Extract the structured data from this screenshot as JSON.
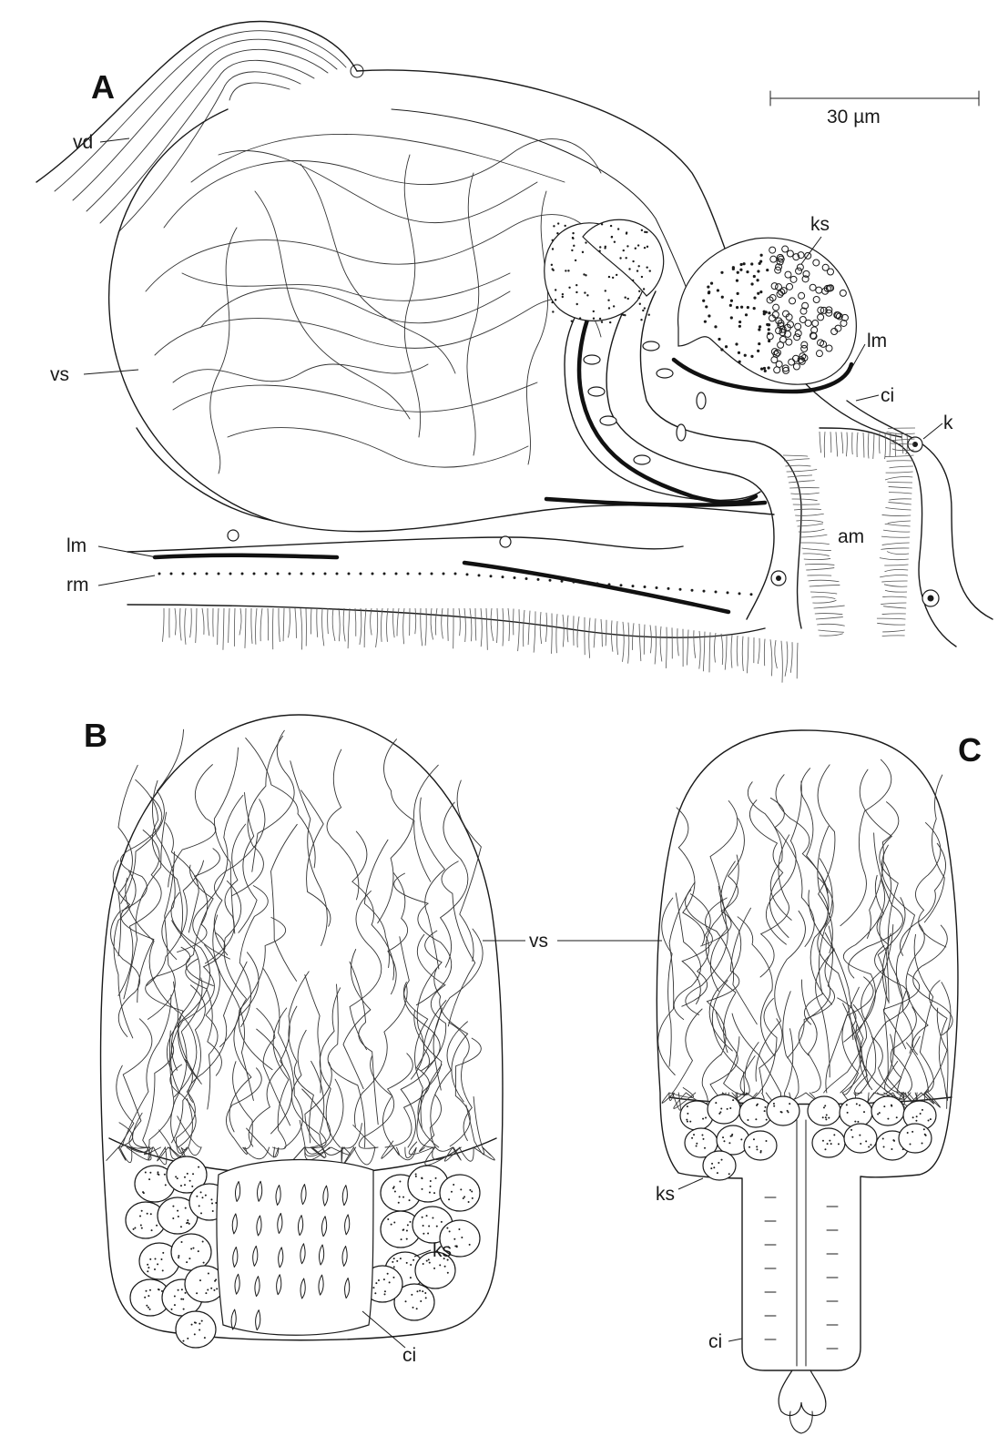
{
  "panels": {
    "a": "A",
    "b": "B",
    "c": "C"
  },
  "scale_bar": {
    "label": "30 µm"
  },
  "labels_a": {
    "vd": "vd",
    "vs": "vs",
    "lm_left": "lm",
    "rm": "rm",
    "ks": "ks",
    "lm_right": "lm",
    "ci": "ci",
    "k": "k",
    "am": "am"
  },
  "labels_b": {
    "vs": "vs",
    "ks": "ks",
    "ci": "ci"
  },
  "labels_c": {
    "ks": "ks",
    "ci": "ci"
  },
  "colors": {
    "ink": "#1a1a1a",
    "paper": "#ffffff"
  }
}
